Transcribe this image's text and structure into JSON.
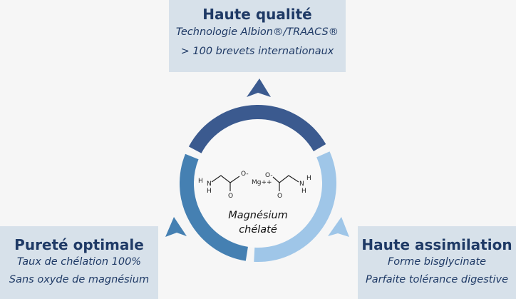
{
  "boxes": {
    "top": {
      "title": "Haute qualité",
      "lines": [
        "Technologie Albion®/TRAACS®",
        "> 100 brevets internationaux"
      ]
    },
    "left": {
      "title": "Pureté optimale",
      "lines": [
        "Taux de chélation 100%",
        "Sans oxyde de magnésium"
      ]
    },
    "right": {
      "title": "Haute assimilation",
      "lines": [
        "Forme bisglycinate",
        "Parfaite tolérance digestive"
      ]
    }
  },
  "center": {
    "line1": "Magnésium",
    "line2": "chélaté"
  },
  "molecule": {
    "mg": "Mg++",
    "o_minus": "O-",
    "o": "O",
    "n": "N",
    "h": "H"
  },
  "colors": {
    "dark": "#3b5a8f",
    "medium": "#4580b2",
    "light": "#9fc6e8",
    "box": "#d7e1ea",
    "title": "#1f3a66"
  }
}
